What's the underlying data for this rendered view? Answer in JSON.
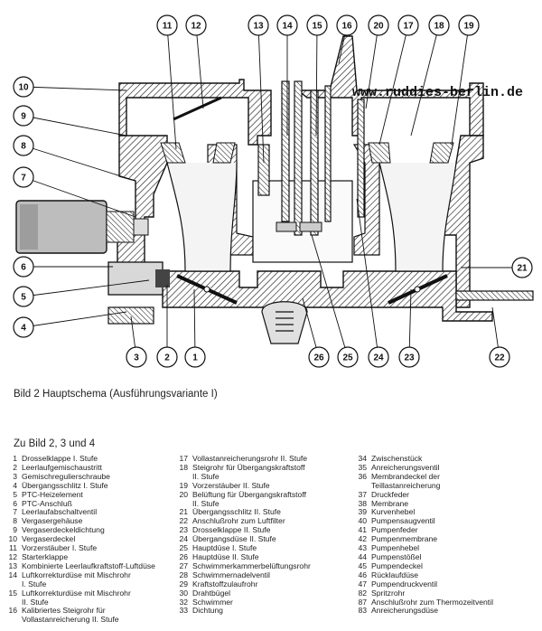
{
  "watermark": "www.ruddies-berlin.de",
  "callouts": {
    "top": [
      "11",
      "12",
      "13",
      "14",
      "15",
      "16",
      "20",
      "17",
      "18",
      "19"
    ],
    "left": [
      "10",
      "9",
      "8",
      "7",
      "6",
      "5",
      "4"
    ],
    "bottom": [
      "3",
      "2",
      "1",
      "26",
      "25",
      "24",
      "23",
      "22"
    ],
    "right": [
      "21"
    ]
  },
  "caption": "Bild 2 Hauptschema (Ausführungsvariante I)",
  "subhead": "Zu Bild 2, 3 und 4",
  "legend": {
    "col1": [
      {
        "n": "1",
        "t": "Drosselklappe I. Stufe"
      },
      {
        "n": "2",
        "t": "Leerlaufgemischaustritt"
      },
      {
        "n": "3",
        "t": "Gemischregulierschraube"
      },
      {
        "n": "4",
        "t": "Übergangsschlitz I. Stufe"
      },
      {
        "n": "5",
        "t": "PTC-Heizelement"
      },
      {
        "n": "6",
        "t": "PTC-Anschluß"
      },
      {
        "n": "7",
        "t": "Leerlaufabschaltventil"
      },
      {
        "n": "8",
        "t": "Vergasergehäuse"
      },
      {
        "n": "9",
        "t": "Vergaserdeckeldichtung"
      },
      {
        "n": "10",
        "t": "Vergaserdeckel"
      },
      {
        "n": "11",
        "t": "Vorzerstäuber I. Stufe"
      },
      {
        "n": "12",
        "t": "Starterklappe"
      },
      {
        "n": "13",
        "t": "Kombinierte Leerlaufkraftstoff-Luftdüse"
      },
      {
        "n": "14",
        "t": "Luftkorrekturdüse mit Mischrohr\nI. Stufe"
      },
      {
        "n": "15",
        "t": "Luftkorrekturdüse mit Mischrohr\nII. Stufe"
      },
      {
        "n": "16",
        "t": "Kalibriertes Steigrohr für\nVollastanreicherung II. Stufe"
      }
    ],
    "col2": [
      {
        "n": "17",
        "t": "Vollastanreicherungsrohr II. Stufe"
      },
      {
        "n": "18",
        "t": "Steigrohr für Übergangskraftstoff\nII. Stufe"
      },
      {
        "n": "19",
        "t": "Vorzerstäuber II. Stufe"
      },
      {
        "n": "20",
        "t": "Belüftung für Übergangskraftstoff\nII. Stufe"
      },
      {
        "n": "21",
        "t": "Übergangsschlitz II. Stufe"
      },
      {
        "n": "22",
        "t": "Anschlußrohr zum Luftfilter"
      },
      {
        "n": "23",
        "t": "Drosselklappe II. Stufe"
      },
      {
        "n": "24",
        "t": "Übergangsdüse II. Stufe"
      },
      {
        "n": "25",
        "t": "Hauptdüse I. Stufe"
      },
      {
        "n": "26",
        "t": "Hauptdüse II. Stufe"
      },
      {
        "n": "27",
        "t": "Schwimmerkammerbelüftungsrohr"
      },
      {
        "n": "28",
        "t": "Schwimmernadelventil"
      },
      {
        "n": "29",
        "t": "Kraftstoffzulaufrohr"
      },
      {
        "n": "30",
        "t": "Drahtbügel"
      },
      {
        "n": "32",
        "t": "Schwimmer"
      },
      {
        "n": "33",
        "t": "Dichtung"
      }
    ],
    "col3": [
      {
        "n": "34",
        "t": "Zwischenstück"
      },
      {
        "n": "35",
        "t": "Anreicherungsventil"
      },
      {
        "n": "36",
        "t": "Membrandeckel der\nTeillastanreicherung"
      },
      {
        "n": "37",
        "t": "Druckfeder"
      },
      {
        "n": "38",
        "t": "Membrane"
      },
      {
        "n": "39",
        "t": "Kurvenhebel"
      },
      {
        "n": "40",
        "t": "Pumpensaugventil"
      },
      {
        "n": "41",
        "t": "Pumpenfeder"
      },
      {
        "n": "42",
        "t": "Pumpenmembrane"
      },
      {
        "n": "43",
        "t": "Pumpenhebel"
      },
      {
        "n": "44",
        "t": "Pumpenstößel"
      },
      {
        "n": "45",
        "t": "Pumpendeckel"
      },
      {
        "n": "46",
        "t": "Rücklaufdüse"
      },
      {
        "n": "47",
        "t": "Pumpendruckventil"
      },
      {
        "n": "82",
        "t": "Spritzrohr"
      },
      {
        "n": "87",
        "t": "Anschlußrohr zum Thermozeitventil"
      },
      {
        "n": "83",
        "t": "Anreicherungsdüse"
      }
    ]
  }
}
